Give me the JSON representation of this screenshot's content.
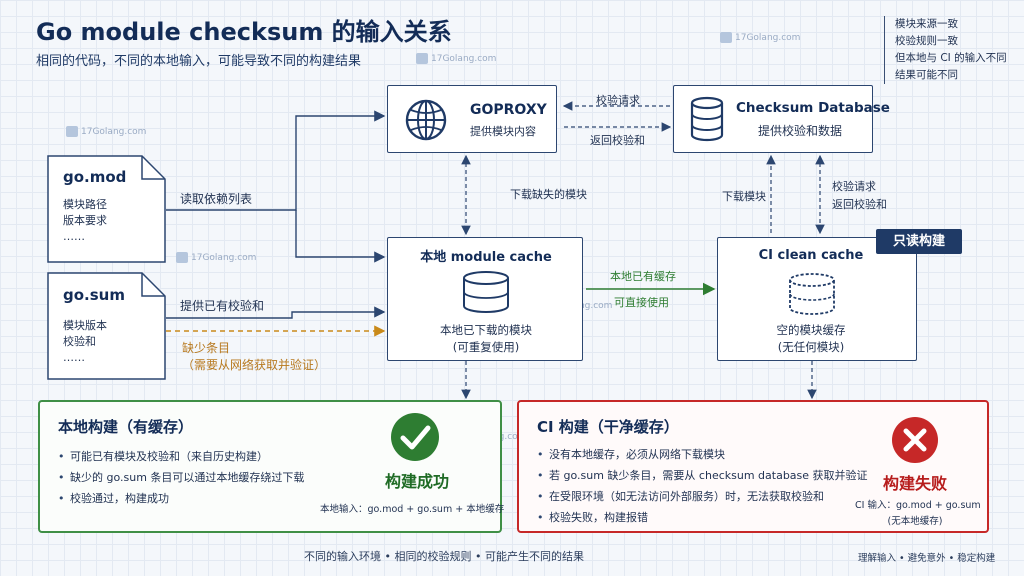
{
  "header": {
    "title": "Go module checksum 的输入关系",
    "subtitle": "相同的代码，不同的本地输入，可能导致不同的构建结果"
  },
  "side_note": [
    "模块来源一致",
    "校验规则一致",
    "但本地与 CI 的输入不同",
    "结果可能不同"
  ],
  "watermark": "17Golang.com",
  "goproxy": {
    "title": "GOPROXY",
    "desc": "提供模块内容"
  },
  "checksum_db": {
    "title": "Checksum Database",
    "desc": "提供校验和数据"
  },
  "gomod": {
    "title": "go.mod",
    "lines": [
      "模块路径",
      "版本要求",
      "……"
    ]
  },
  "gosum": {
    "title": "go.sum",
    "lines": [
      "模块版本",
      "校验和",
      "……"
    ]
  },
  "local_cache": {
    "title": "本地 module cache",
    "desc1": "本地已下载的模块",
    "desc2": "(可重复使用)"
  },
  "ci_cache": {
    "title": "CI clean cache",
    "badge": "只读构建",
    "desc1": "空的模块缓存",
    "desc2": "(无任何模块)"
  },
  "arrows": {
    "verify_request": "校验请求",
    "return_checksum": "返回校验和",
    "read_deps": "读取依赖列表",
    "provide_checksum": "提供已有校验和",
    "missing_entry": "缺少条目",
    "missing_entry_note": "（需要从网络获取并验证）",
    "download_missing": "下载缺失的模块",
    "download_module": "下载模块",
    "ci_verify_request": "校验请求",
    "ci_return_checksum": "返回校验和",
    "has_cache": "本地已有缓存",
    "use_directly": "可直接使用"
  },
  "local_build": {
    "title": "本地构建（有缓存）",
    "bullets": [
      "可能已有模块及校验和（来自历史构建）",
      "缺少的 go.sum 条目可以通过本地缓存绕过下载",
      "校验通过，构建成功"
    ],
    "status": "构建成功",
    "inputs": "本地输入：go.mod + go.sum + 本地缓存"
  },
  "ci_build": {
    "title": "CI 构建（干净缓存）",
    "bullets": [
      "没有本地缓存，必须从网络下载模块",
      "若 go.sum 缺少条目，需要从 checksum database 获取并验证",
      "在受限环境（如无法访问外部服务）时，无法获取校验和",
      "校验失败，构建报错"
    ],
    "status": "构建失败",
    "inputs1": "CI 输入：go.mod + go.sum",
    "inputs2": "(无本地缓存)"
  },
  "footer": {
    "center": "不同的输入环境   •   相同的校验规则   •   可能产生不同的结果",
    "right": "理解输入  •  避免意外  •  稳定构建"
  },
  "colors": {
    "navy": "#2c4670",
    "success": "#2e7d32",
    "failure": "#c62828",
    "warning": "#c98a1a"
  }
}
